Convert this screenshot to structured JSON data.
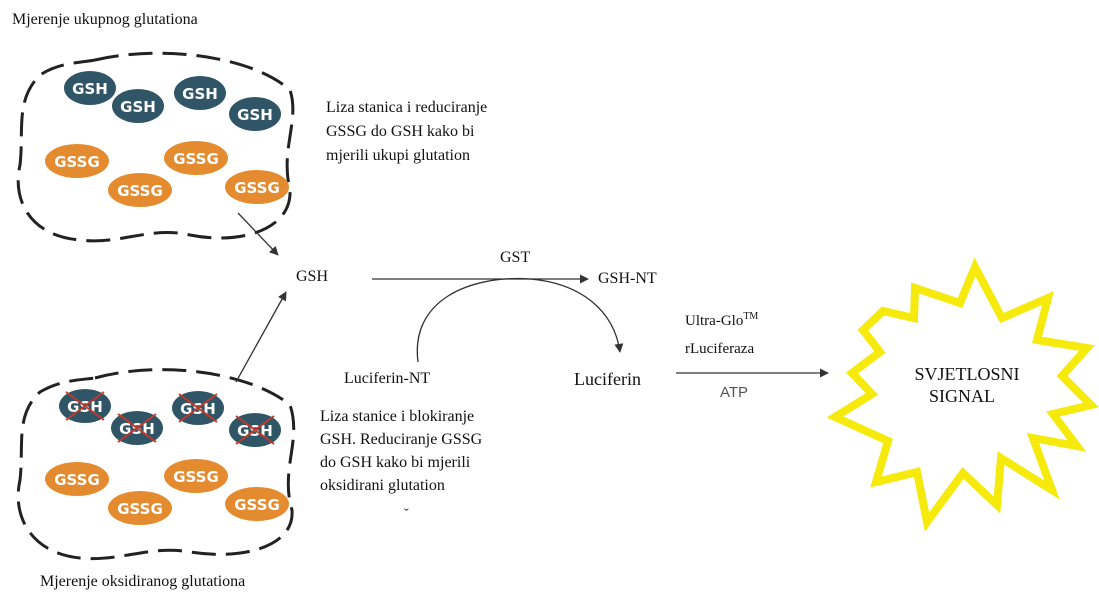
{
  "colors": {
    "gsh_fill": "#2f5566",
    "gssg_fill": "#e48a2f",
    "cross": "#c0392b",
    "burst_fill": "#ffffff",
    "burst_stroke": "#f5ea0c",
    "line": "#333333"
  },
  "labels": {
    "total_title": "Mjerenje ukupnog glutationa",
    "oxidized_title": "Mjerenje oksidiranog glutationa",
    "gsh_tag": "GSH",
    "gssg_tag": "GSSG",
    "top_note": [
      "Liza stanica i reduciranje",
      "GSSG do GSH kako bi",
      "mjerili ukupi glutation"
    ],
    "bottom_note": [
      "Liza stanice i blokiranje",
      "GSH. Reduciranje GSSG",
      "do GSH kako bi mjerili",
      "oksidirani glutation"
    ],
    "gsh": "GSH",
    "gst": "GST",
    "gsh_nt": "GSH-NT",
    "luciferin_nt": "Luciferin-NT",
    "luciferin": "Luciferin",
    "ultra_glo_base": "Ultra-Glo",
    "ultra_glo_sup": "TM",
    "rluciferaza": "rLuciferaza",
    "atp": "ATP",
    "signal_line1": "SVJETLOSNI",
    "signal_line2": "SIGNAL",
    "stray_mark": "ˇ"
  }
}
